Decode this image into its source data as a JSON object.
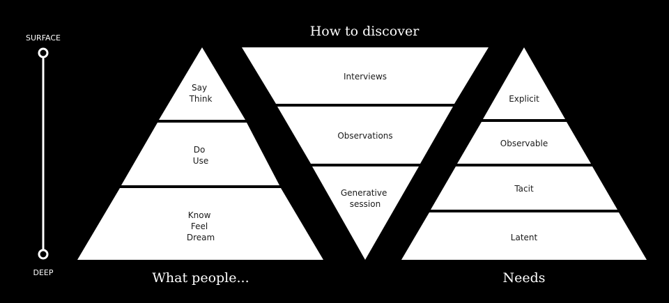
{
  "headings": {
    "center_top": "How to discover",
    "left_bottom": "What people...",
    "right_bottom": "Needs"
  },
  "depth_scale": {
    "top_label": "SURFACE",
    "bottom_label": "DEEP"
  },
  "left_pyramid": {
    "tiers": [
      {
        "lines": [
          "Say",
          "Think"
        ]
      },
      {
        "lines": [
          "Do",
          "Use"
        ]
      },
      {
        "lines": [
          "Know",
          "Feel",
          "Dream"
        ]
      }
    ]
  },
  "center_funnel": {
    "tiers": [
      {
        "lines": [
          "Interviews"
        ]
      },
      {
        "lines": [
          "Observations"
        ]
      },
      {
        "lines": [
          "Generative",
          "session"
        ]
      }
    ]
  },
  "right_pyramid": {
    "tiers": [
      {
        "lines": [
          "Explicit"
        ]
      },
      {
        "lines": [
          "Observable"
        ]
      },
      {
        "lines": [
          "Tacit"
        ]
      },
      {
        "lines": [
          "Latent"
        ]
      }
    ]
  },
  "colors": {
    "background": "#000000",
    "shape_fill": "#ffffff",
    "tier_text": "#1a1a1a"
  }
}
